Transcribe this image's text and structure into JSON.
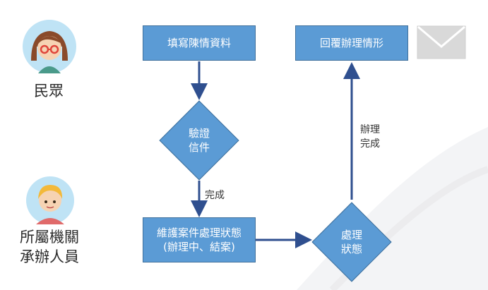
{
  "actors": {
    "citizen": {
      "label": "民眾",
      "icon": "girl-avatar-icon"
    },
    "officer": {
      "label": "所屬機關\n承辦人員",
      "icon": "boy-avatar-icon"
    }
  },
  "nodes": {
    "fill_form": "填寫陳情資料",
    "verify_letter": "驗證\n信件",
    "maintain_status": "維護案件處理狀態\n(辦理中、結案)",
    "handle_status": "處理\n狀態",
    "reply_status": "回覆辦理情形"
  },
  "edges": {
    "verify_done": "完成",
    "handled_done": "辦理\n完成"
  },
  "icons": {
    "mail": "envelope-icon"
  },
  "colors": {
    "node_fill": "#5b9bd5",
    "node_border": "#41719c",
    "arrow": "#2f4f8f"
  }
}
